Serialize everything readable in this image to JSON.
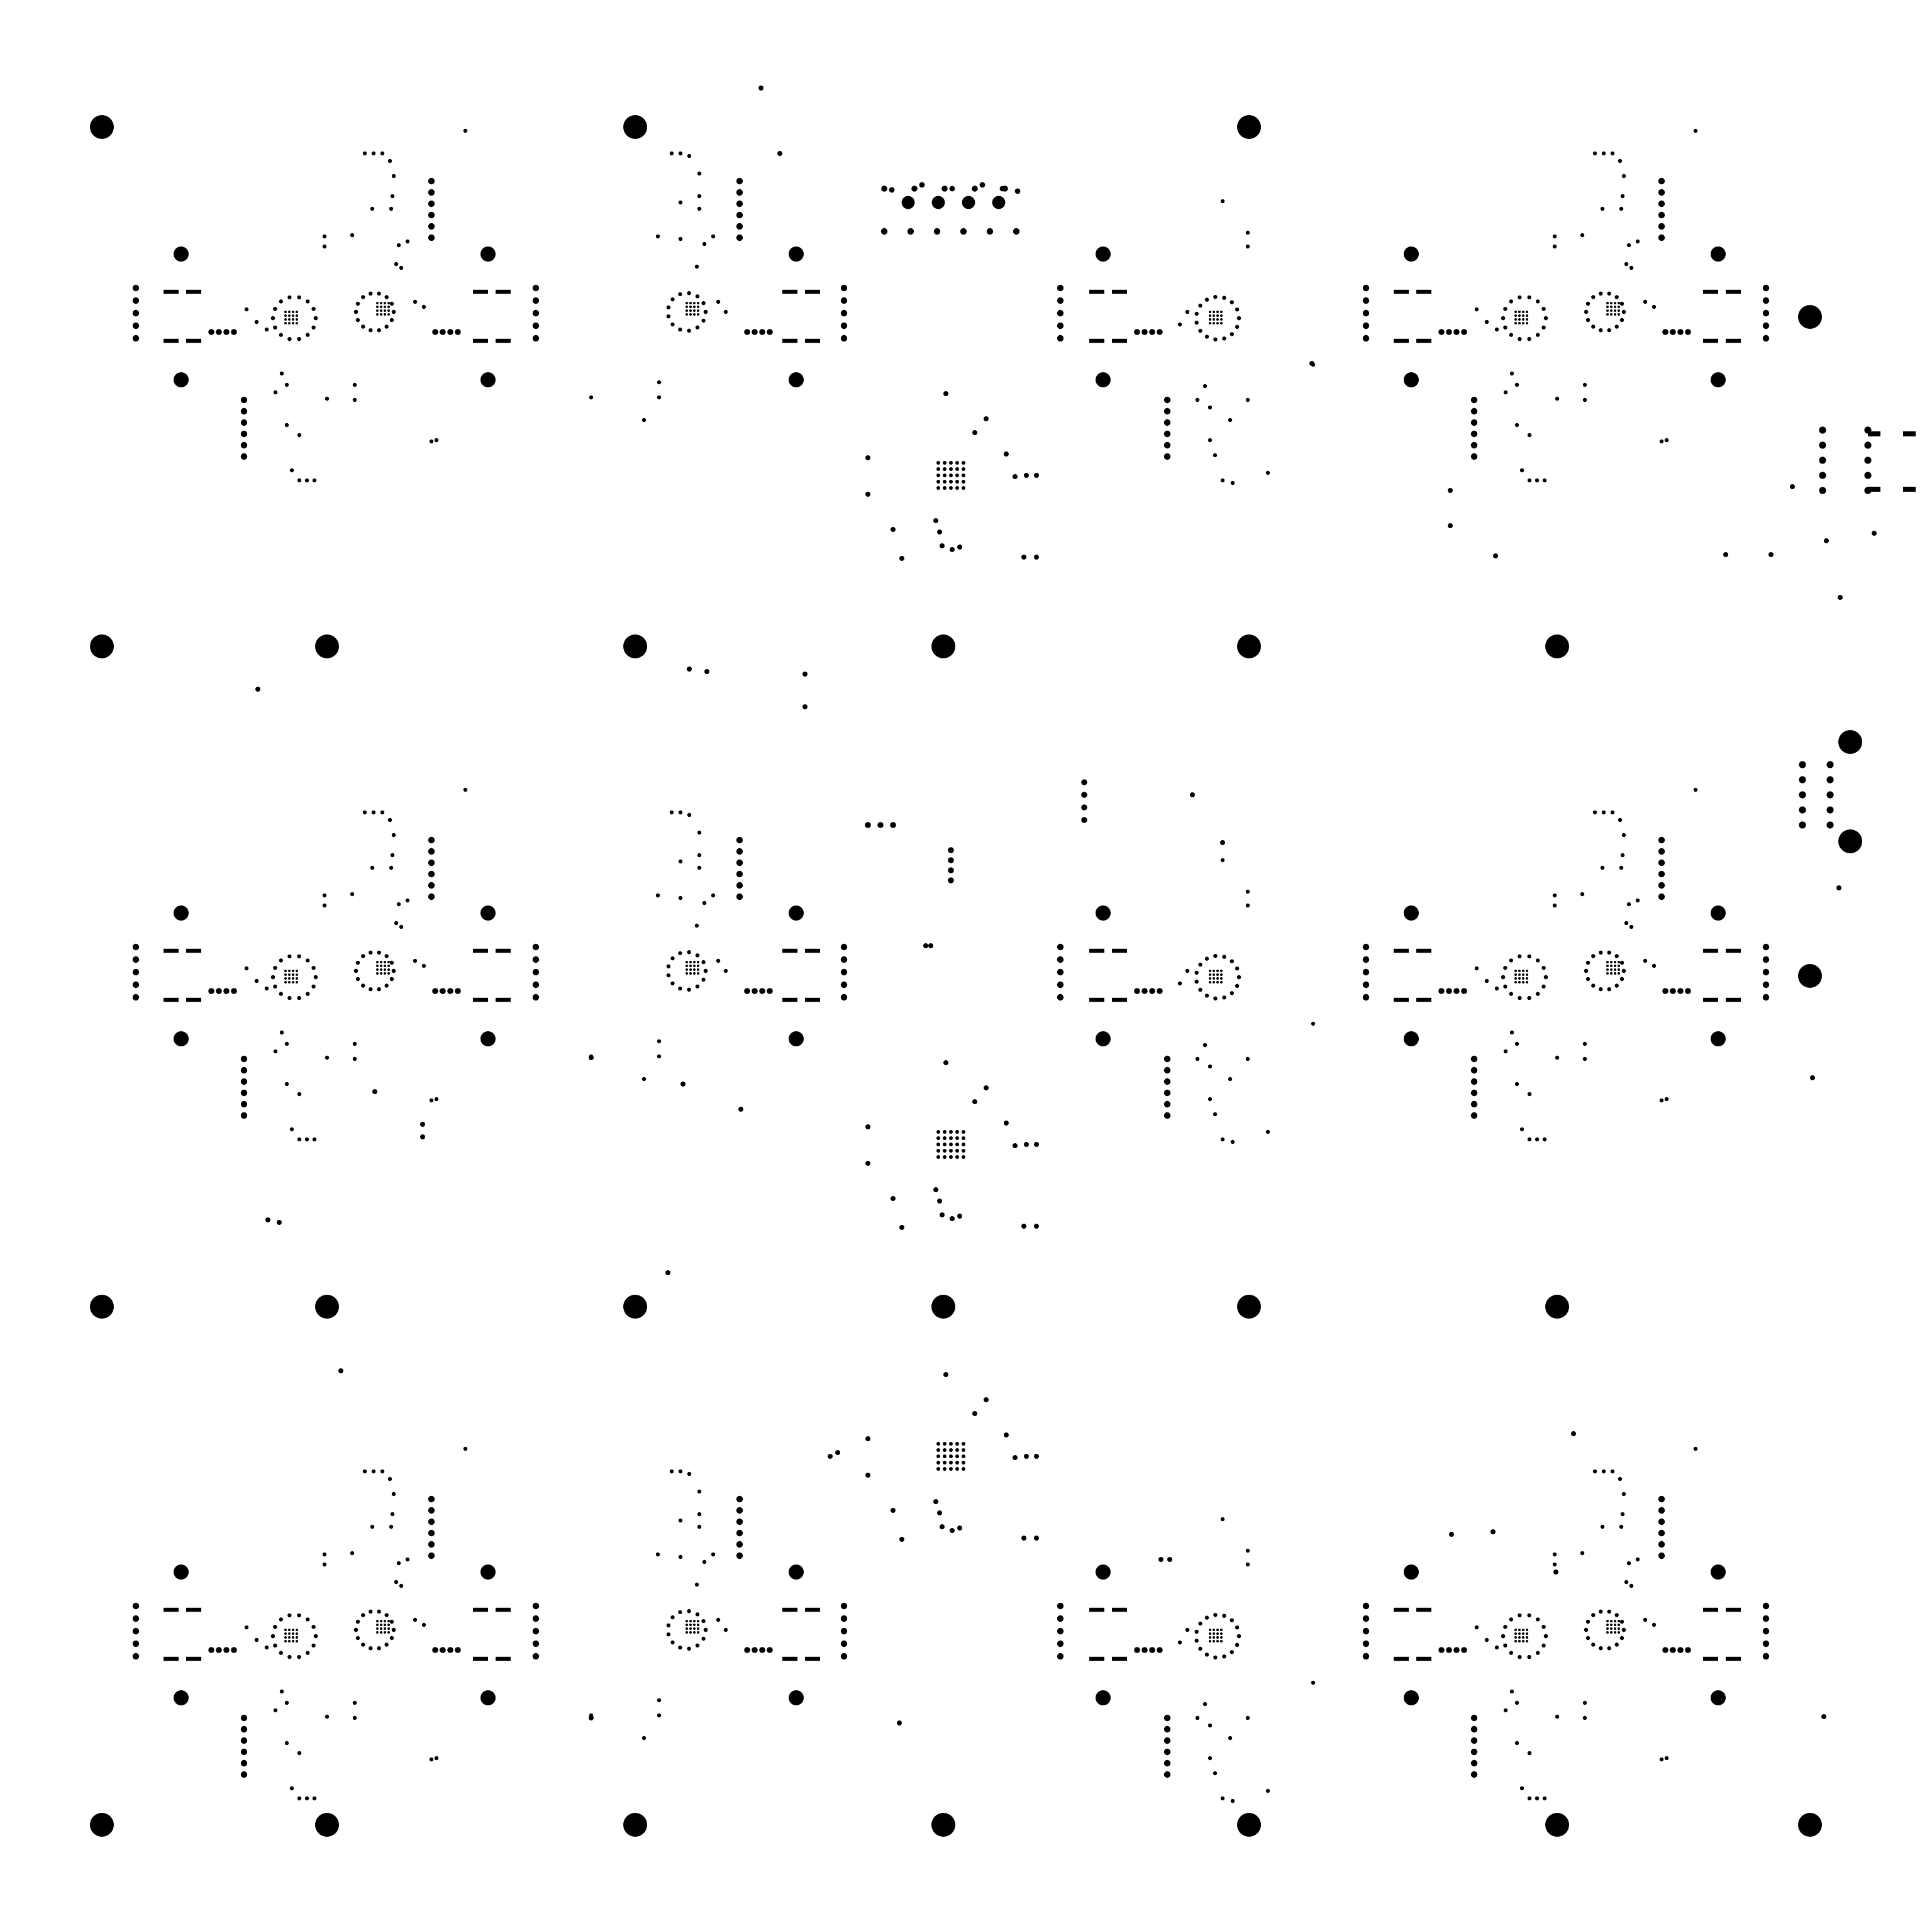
{
  "drawing": {
    "kind": "drill-hole map",
    "ink_color": "#000000",
    "background_color": "#ffffff",
    "text_labels": []
  },
  "layout_grid": {
    "module_columns": 4,
    "module_rows": 3,
    "modules_total": 12
  },
  "components": [
    {
      "name": "tooling-hole",
      "diameter_class": "large"
    },
    {
      "name": "mounting-hole",
      "diameter_class": "medium"
    },
    {
      "name": "pin-header",
      "diameter_class": "small"
    },
    {
      "name": "via-array",
      "diameter_class": "tiny"
    }
  ]
}
